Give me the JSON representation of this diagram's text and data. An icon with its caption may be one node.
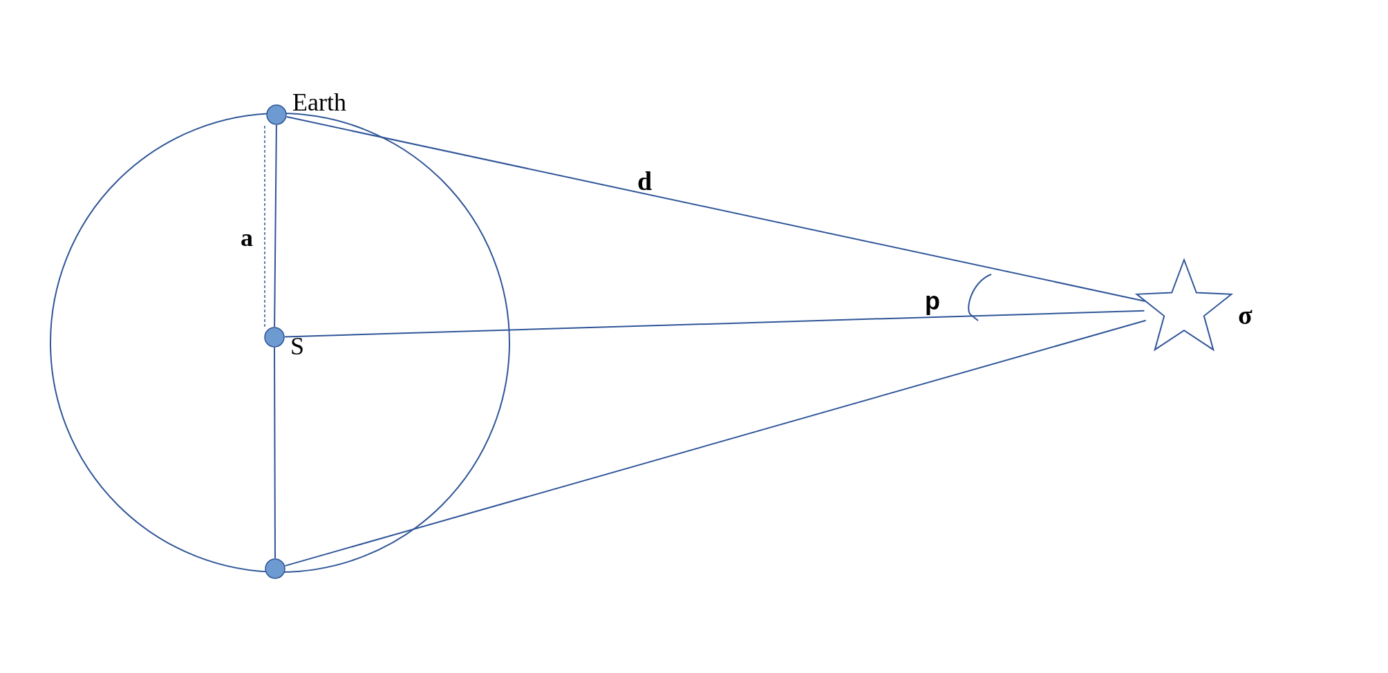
{
  "diagram": {
    "nodes": [
      {
        "text": [],
        "shape": "circle",
        "beside": [
          "Earth"
        ]
      },
      {
        "text": [],
        "shape": "circle",
        "beside": [
          "S"
        ]
      },
      {
        "text": [],
        "shape": "circle"
      },
      {
        "text": [],
        "shape": "star",
        "beside": [
          "σ"
        ]
      }
    ],
    "edges": [
      {
        "from": 0,
        "to": 3,
        "arrow": "none",
        "label": "d"
      },
      {
        "from": 1,
        "to": 3,
        "arrow": "none"
      },
      {
        "from": 2,
        "to": 3,
        "arrow": "none"
      },
      {
        "from": 0,
        "to": 1,
        "arrow": "none"
      },
      {
        "from": 1,
        "to": 2,
        "arrow": "none"
      }
    ],
    "labels": [
      "a",
      "p"
    ]
  }
}
